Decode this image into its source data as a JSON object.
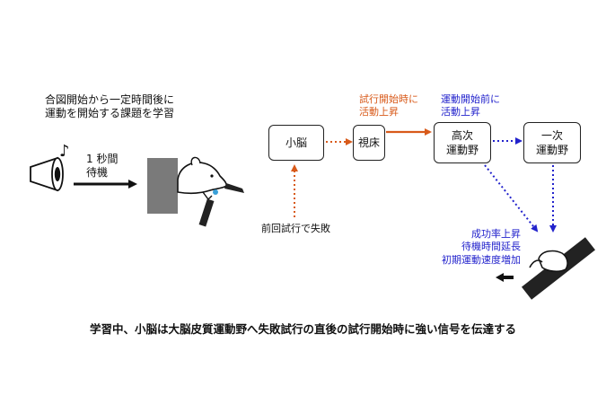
{
  "task": {
    "line1": "合図開始から一定時間後に",
    "line2": "運動を開始する課題を学習"
  },
  "wait": {
    "line1": "1 秒間",
    "line2": "待機"
  },
  "note_symbol": "♪",
  "boxes": {
    "cerebellum": "小脳",
    "thalamus": "視床",
    "higher_motor": [
      "高次",
      "運動野"
    ],
    "primary_motor": [
      "一次",
      "運動野"
    ]
  },
  "labels": {
    "thalamus_note": [
      "試行開始時に",
      "活動上昇"
    ],
    "higher_motor_note": [
      "運動開始前に",
      "活動上昇"
    ],
    "prev_failure": "前回試行で失敗",
    "outcomes": [
      "成功率上昇",
      "待機時間延長",
      "初期運動速度増加"
    ]
  },
  "caption": "学習中、小脳は大脳皮質運動野へ失敗試行の直後の試行開始時に強い信号を伝達する",
  "colors": {
    "orange": "#d85a1a",
    "blue": "#2222cc",
    "black": "#111111"
  }
}
